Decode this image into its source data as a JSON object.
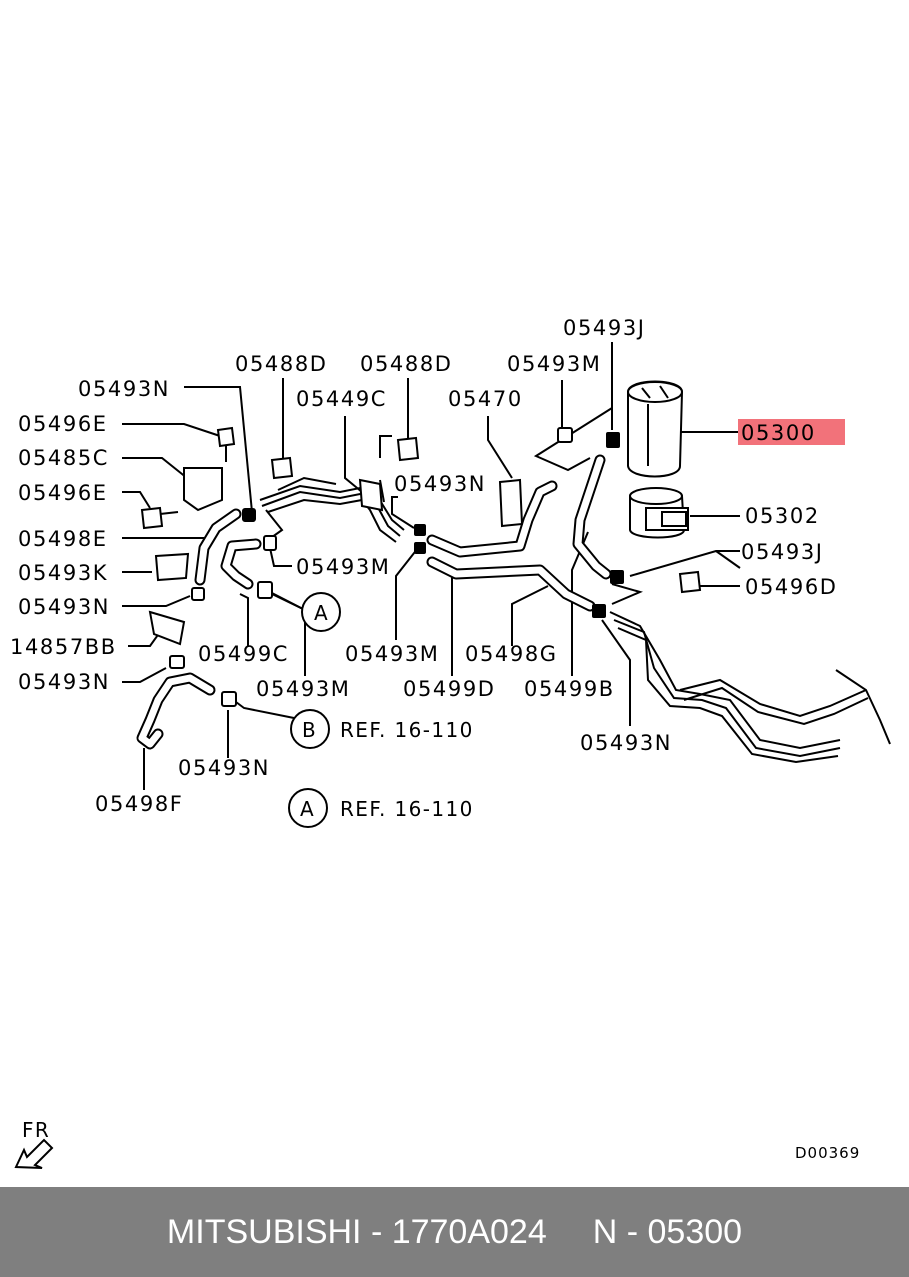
{
  "parts": {
    "p05493J_top": "05493J",
    "p05493M_top": "05493M",
    "p05488D_left": "05488D",
    "p05488D_right": "05488D",
    "p05493N_top": "05493N",
    "p05449C": "05449C",
    "p05470": "05470",
    "p05300": "05300",
    "p05496E_top": "05496E",
    "p05485C": "05485C",
    "p05496E_mid": "05496E",
    "p05493N_mid": "05493N",
    "p05302": "05302",
    "p05498E": "05498E",
    "p05493M_mid": "05493M",
    "p05493J_right": "05493J",
    "p05493K": "05493K",
    "p05496D": "05496D",
    "p05493N_left": "05493N",
    "p14857BB": "14857BB",
    "p05499C": "05499C",
    "p05493M_low": "05493M",
    "p05498G": "05498G",
    "p05493N_lowleft": "05493N",
    "p05493M_bottom": "05493M",
    "p05499D": "05499D",
    "p05499B": "05499B",
    "p05493N_bottom": "05493N",
    "p05493N_lowest": "05493N",
    "p05498F": "05498F"
  },
  "refs": {
    "a_top": "A",
    "b_label": "B",
    "b_text": "REF. 16-110",
    "a_label": "A",
    "a_text": "REF. 16-110"
  },
  "fr_label": "FR",
  "diagram_code": "D00369",
  "highlight_color": "#f2727a",
  "footer": {
    "brand_part": "MITSUBISHI - 1770A024",
    "number": "N - 05300"
  }
}
